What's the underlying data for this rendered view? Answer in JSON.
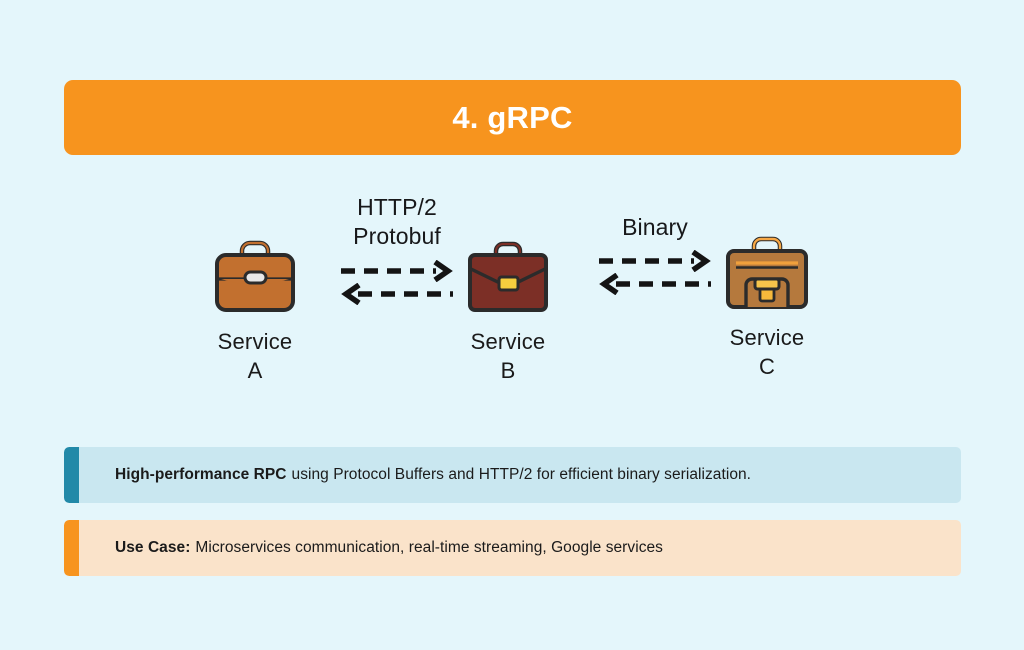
{
  "page": {
    "background_color": "#e4f6fb"
  },
  "header": {
    "title": "4. gRPC",
    "background_color": "#f7941e",
    "text_color": "#ffffff"
  },
  "diagram": {
    "type": "service-communication-flow",
    "nodes": [
      {
        "id": "a",
        "icon": "briefcase-icon",
        "label": "Service",
        "sublabel": "A",
        "icon_color": "#c2702f"
      },
      {
        "id": "b",
        "icon": "briefcase-icon",
        "label": "Service",
        "sublabel": "B",
        "icon_color": "#7c2f26"
      },
      {
        "id": "c",
        "icon": "briefcase-icon",
        "label": "Service",
        "sublabel": "C",
        "icon_color": "#b5793d"
      }
    ],
    "links": [
      {
        "id": "ab",
        "from": "a",
        "to": "b",
        "label_line1": "HTTP/2",
        "label_line2": "Protobuf",
        "forward_arrow": "dashed-arrow-right-icon",
        "backward_arrow": "dashed-arrow-left-icon",
        "arrow_color": "#141414"
      },
      {
        "id": "bc",
        "from": "b",
        "to": "c",
        "label_line1": "Binary",
        "label_line2": "",
        "forward_arrow": "dashed-arrow-right-icon",
        "backward_arrow": "dashed-arrow-left-icon",
        "arrow_color": "#141414"
      }
    ]
  },
  "info_boxes": [
    {
      "id": "description",
      "lead": "High-performance RPC",
      "body": "using Protocol Buffers and HTTP/2 for efficient binary serialization.",
      "accent_color": "#2289a8",
      "background_color": "#c9e7f0"
    },
    {
      "id": "use-case",
      "lead": "Use Case:",
      "body": "Microservices communication, real-time streaming, Google services",
      "accent_color": "#f7941e",
      "background_color": "#fae3ca"
    }
  ]
}
